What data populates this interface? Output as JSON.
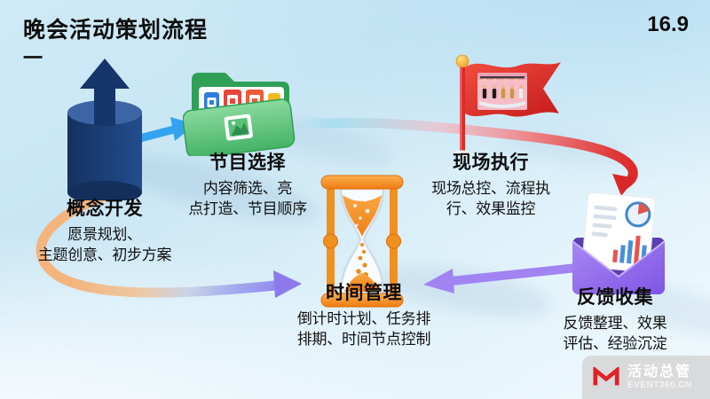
{
  "slide": {
    "title": "晚会活动策划流程",
    "title_dash": "一",
    "page_number": "16.9"
  },
  "stages": [
    {
      "id": "concept",
      "title": "概念开发",
      "desc": [
        "愿景规划、",
        "主题创意、初步方案"
      ],
      "icon": "database-arrow-up-icon"
    },
    {
      "id": "program",
      "title": "节目选择",
      "desc": [
        "内容筛选、亮",
        "点打造、节目顺序"
      ],
      "icon": "folder-photos-icon"
    },
    {
      "id": "execution",
      "title": "现场执行",
      "desc": [
        "现场总控、流程执",
        "行、效果监控"
      ],
      "icon": "stage-flag-icon"
    },
    {
      "id": "time",
      "title": "时间管理",
      "desc": [
        "倒计时计划、任务排",
        "排期、时间节点控制"
      ],
      "icon": "hourglass-icon"
    },
    {
      "id": "feedback",
      "title": "反馈收集",
      "desc": [
        "反馈整理、效果",
        "评估、经验沉淀"
      ],
      "icon": "envelope-report-icon"
    }
  ],
  "arrows": [
    {
      "name": "arrow-concept-to-program",
      "color": "#34a3ef"
    },
    {
      "name": "swoosh-program-to-feedback",
      "color": "#dd2b2b"
    },
    {
      "name": "arrow-feedback-to-time",
      "color": "#a183f2"
    },
    {
      "name": "swoosh-concept-to-time",
      "color": "#8c79ec"
    }
  ],
  "logo": {
    "name": "活动总管",
    "domain": "EVENT360.CN",
    "mark": "m-ribbon-logo"
  },
  "colors": {
    "background_top": "#cfe9f7",
    "title_text": "#0d0d0d",
    "concept_cylinder": "#1c3f77",
    "program_folder": "#3fae63",
    "execution_flag": "#d92b2b",
    "time_hourglass": "#ef8212",
    "feedback_envelope": "#8a63e8",
    "arrow_blue": "#34a3ef",
    "arrow_red": "#dd2b2b",
    "arrow_purple": "#a183f2",
    "swoosh_orange": "#f2b27e",
    "logo_red": "#e02127",
    "logo_box": "#d9dadb"
  }
}
